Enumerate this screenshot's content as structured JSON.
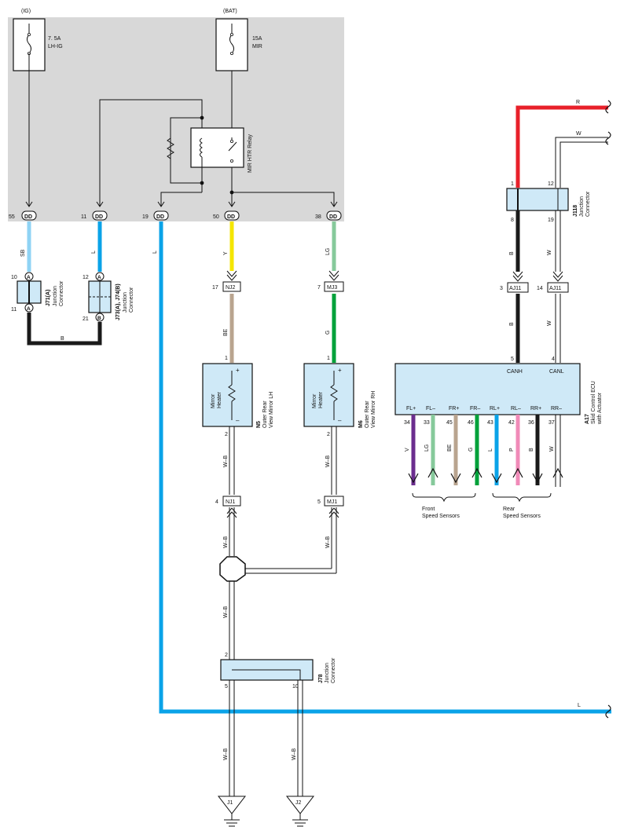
{
  "source_labels": {
    "ig": "(IG)",
    "bat": "(BAT)"
  },
  "fuses": {
    "lh_ig": {
      "rating": "7. 5A",
      "name": "LH-IG"
    },
    "mir": {
      "rating": "15A",
      "name": "MIR"
    }
  },
  "relay": {
    "name": "MIR HTR Relay"
  },
  "dd_pins": {
    "p55": "55",
    "p11": "11",
    "p19": "19",
    "p50": "50",
    "p38": "38",
    "dd": "DD"
  },
  "wire_colors": {
    "sb": "SB",
    "l": "L",
    "b": "B",
    "y": "Y",
    "lg": "LG",
    "be": "BE",
    "g": "G",
    "wb": "W–B",
    "r": "R",
    "w": "W",
    "v": "V",
    "p": "P"
  },
  "colors": {
    "bg_box": "#d8d8d8",
    "sb": "#8fd3f4",
    "l": "#0aa3e8",
    "y": "#f4e600",
    "lg": "#86c99b",
    "be": "#b9a48f",
    "g": "#00a13a",
    "b": "#1a1a1a",
    "r": "#e8202a",
    "v": "#6b2d8e",
    "p": "#f08ab8",
    "comp_fill": "#cfe9f7"
  },
  "junctions": {
    "j71": {
      "id": "J71(A)",
      "type": "Junction",
      "type2": "Connector",
      "pin_top": "10",
      "pin_bot": "11",
      "a": "A"
    },
    "j73": {
      "id": "J73(A), J74(B)",
      "type": "Junction",
      "type2": "Connector",
      "pin_top": "12",
      "pin_bot": "21",
      "a": "A",
      "b": "B"
    },
    "j118": {
      "id": "J118",
      "type": "Junction",
      "type2": "Connector",
      "pin1": "1",
      "pin12": "12",
      "pin8": "8",
      "pin19": "19"
    },
    "j78": {
      "id": "J78",
      "type": "Junction",
      "type2": "Connector",
      "pin2": "2",
      "pin5": "5",
      "pin10": "10"
    }
  },
  "connectors": {
    "nj2": {
      "name": "NJ2",
      "pin": "17"
    },
    "mj3": {
      "name": "MJ3",
      "pin": "7"
    },
    "nj1": {
      "name": "NJ1",
      "pin": "4"
    },
    "mj1": {
      "name": "MJ1",
      "pin": "5"
    },
    "aj11a": {
      "name": "AJ11",
      "pin": "3"
    },
    "aj11b": {
      "name": "AJ11",
      "pin": "14"
    }
  },
  "mirror_lh": {
    "id": "N5",
    "name1": "Outer Rear",
    "name2": "View Mirror LH",
    "inner1": "Mirror",
    "inner2": "Heater",
    "pin_top": "1",
    "pin_bot": "2",
    "plus": "+",
    "minus": "–"
  },
  "mirror_rh": {
    "id": "M6",
    "name1": "Outer Rear",
    "name2": "View Mirror RH",
    "inner1": "Mirror",
    "inner2": "Heater",
    "pin_top": "1",
    "pin_bot": "2",
    "plus": "+",
    "minus": "–"
  },
  "ecu": {
    "id": "A17",
    "name1": "Skid Control ECU",
    "name2": "with Actuator",
    "canh": "CANH",
    "canl": "CANL",
    "pin_canh": "5",
    "pin_canl": "4",
    "terminals": [
      "FL+",
      "FL–",
      "FR+",
      "FR–",
      "RL+",
      "RL–",
      "RR+",
      "RR–"
    ],
    "pins": [
      "34",
      "33",
      "45",
      "46",
      "43",
      "42",
      "36",
      "37"
    ],
    "wires": [
      "V",
      "LG",
      "BE",
      "G",
      "L",
      "P",
      "B",
      "W"
    ]
  },
  "sensors": {
    "front1": "Front",
    "front2": "Speed Sensors",
    "rear1": "Rear",
    "rear2": "Speed Sensors"
  },
  "grounds": {
    "j1": "J1",
    "j2": "J2"
  }
}
